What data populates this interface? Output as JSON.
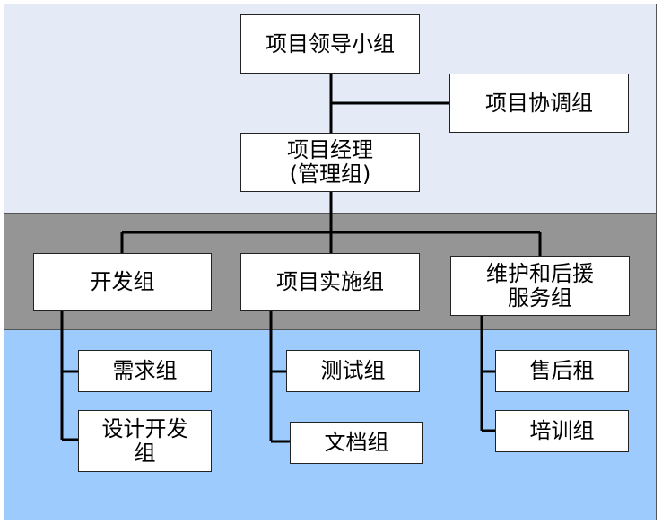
{
  "chart": {
    "leadership": "项目领导小组",
    "coordination": "项目协调组",
    "manager": "项目经理\n(管理组)",
    "dev": "开发组",
    "impl": "项目实施组",
    "support": "维护和后援\n服务组",
    "dev_children": [
      "需求组",
      "设计开发\n组"
    ],
    "impl_children": [
      "测试组",
      "文档组"
    ],
    "support_children": [
      "售后租",
      "培训组"
    ]
  },
  "colors": {
    "band_top": "#e4ebf7",
    "band_mid": "#959595",
    "band_bottom": "#9dcbfd",
    "box_fill": "#ffffff",
    "line": "#000000"
  }
}
